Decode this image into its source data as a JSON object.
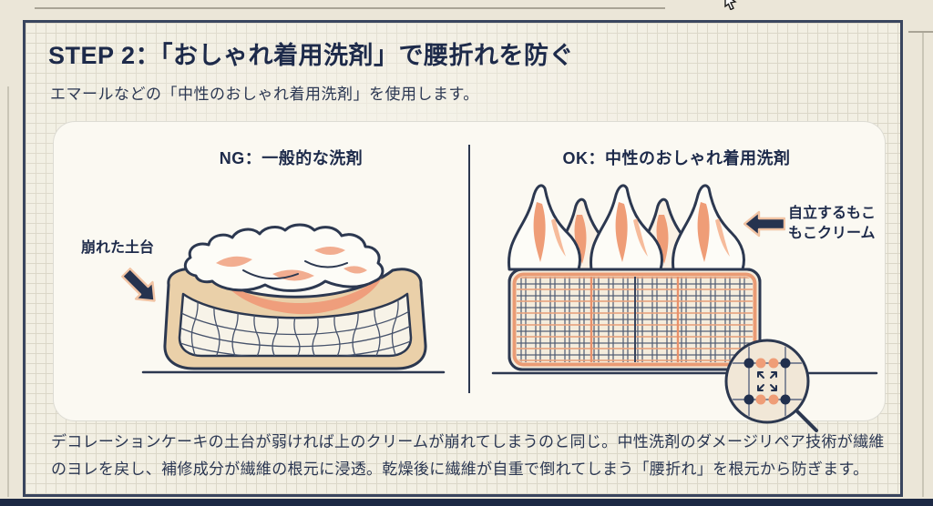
{
  "header": {
    "title": "STEP 2：「おしゃれ着用洗剤」で腰折れを防ぐ",
    "subtitle": "エマールなどの「中性のおしゃれ着用洗剤」を使用します。"
  },
  "comparison": {
    "left": {
      "heading": "NG：一般的な洗剤",
      "callout": "崩れた土台",
      "illustration": "collapsed-cake-on-sagging-base"
    },
    "right": {
      "heading": "OK：中性のおしゃれ着用洗剤",
      "callout_lines": [
        "自立するもこ",
        "もこクリーム"
      ],
      "illustration": "upright-cream-on-firm-grid-base-with-magnifier"
    }
  },
  "footer": {
    "text": "デコレーションケーキの土台が弱ければ上のクリームが崩れてしまうのと同じ。中性洗剤のダメージリペア技術が繊維のヨレを戻し、補修成分が繊維の根元に浸透。乾燥後に繊維が自重で倒れてしまう「腰折れ」を根元から防ぎます。"
  },
  "icons": {
    "left_arrow": "arrow-down-right",
    "right_arrow": "arrow-left",
    "magnifier": "magnifying-glass",
    "cursor": "mouse-pointer"
  },
  "colors": {
    "navy": "#22304e",
    "salmon": "#ef9d77",
    "tan": "#e8cda4",
    "card_bg": "#f2efe3",
    "page_bg": "#ebe6d8",
    "panel_bg": "#fbf9f2",
    "bottom_bar": "#1d2944"
  }
}
